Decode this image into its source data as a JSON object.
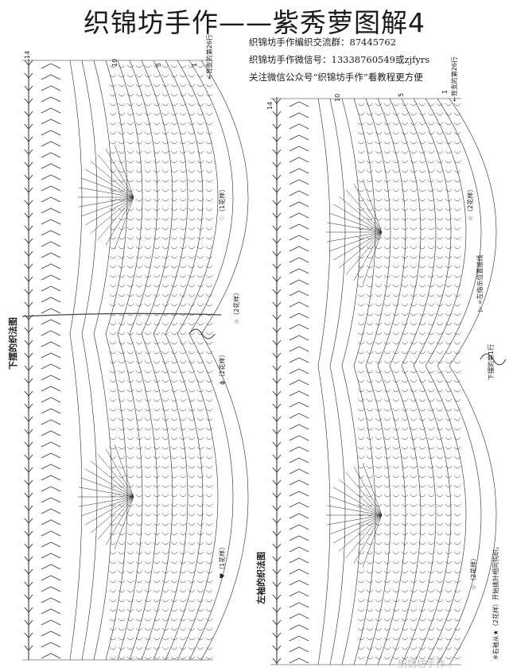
{
  "title": "织锦坊手作——紫秀萝图解4",
  "info": [
    "织锦坊手作编织交流群：87445762",
    "织锦坊手作微信号：13338760549或zjfyrs",
    "关注微信公众号“织锦坊手作”看教程更方便"
  ],
  "left_chart": {
    "side_label": "下摆的织法图",
    "row_label": "14",
    "top_numbers": [
      "10",
      "5",
      "1"
    ],
    "corner_note": "←背支的第26行",
    "pattern_notes": [
      "♡（1花样）",
      "☆（2花样）",
      "ɸ（2花样）",
      "♥（1花样）"
    ]
  },
  "right_chart": {
    "side_label": "左袖的织法图",
    "row_label": "14",
    "top_numbers": [
      "10",
      "5",
      "1"
    ],
    "corner_note": "←背支的第26行",
    "pattern_notes": [
      "☆（2花样）",
      "▷ =左指示位置接线",
      "下摆的第1行",
      "☆（2花样）"
    ],
    "bottom_note": "※右袖从★（2花样）开始挑针相同钩织。"
  },
  "watermark": "织锦坊手作"
}
